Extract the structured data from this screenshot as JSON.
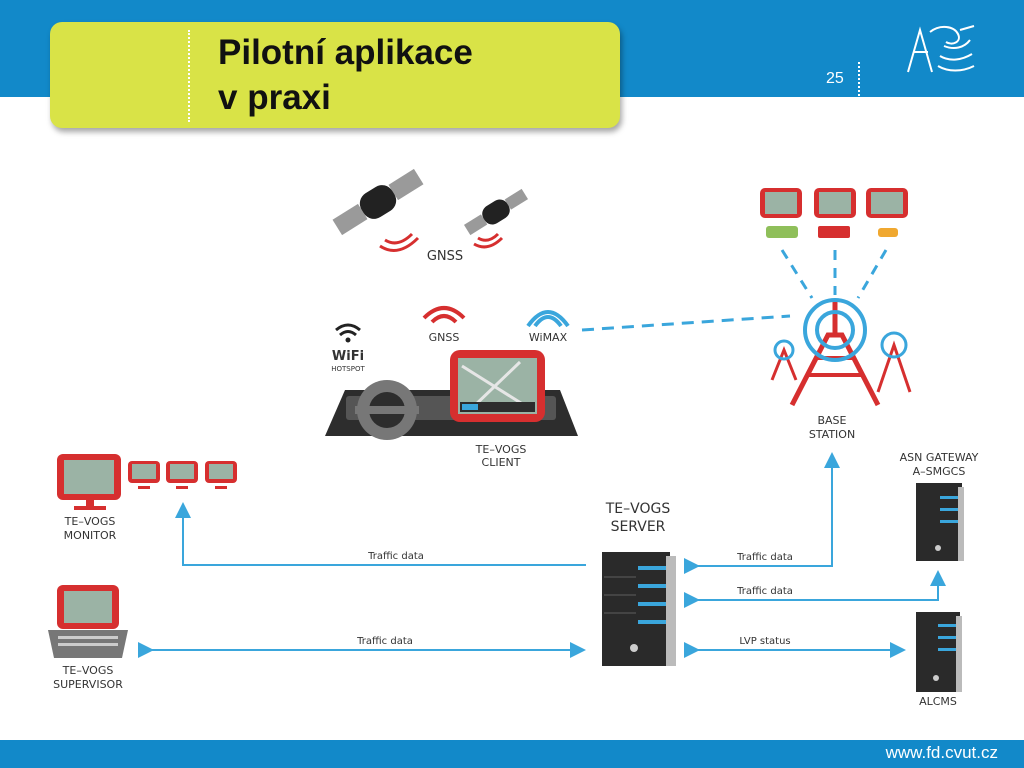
{
  "slide": {
    "title_line1": "Pilotní aplikace",
    "title_line2": "v praxi",
    "page_number": "25",
    "footer_url": "www.fd.cvut.cz"
  },
  "diagram": {
    "gnss_top": "GNSS",
    "wifi": "WiFi",
    "hotspot": "HOTSPOT",
    "gnss_car": "GNSS",
    "wimax": "WiMAX",
    "client_line1": "TE–VOGS",
    "client_line2": "CLIENT",
    "base_line1": "BASE",
    "base_line2": "STATION",
    "asn_line1": "ASN GATEWAY",
    "asn_line2": "A–SMGCS",
    "monitor_line1": "TE–VOGS",
    "monitor_line2": "MONITOR",
    "server_line1": "TE–VOGS",
    "server_line2": "SERVER",
    "supervisor_line1": "TE–VOGS",
    "supervisor_line2": "SUPERVISOR",
    "alcms": "ALCMS",
    "traffic_monitor": "Traffic data",
    "traffic_supervisor": "Traffic data",
    "traffic_base": "Traffic data",
    "traffic_asn": "Traffic data",
    "lvp_status": "LVP status"
  },
  "colors": {
    "brand_blue": "#1289c9",
    "title_yellow": "#d9e347",
    "signal_red": "#d62f2f",
    "signal_blue": "#3aa6dc",
    "server_dark": "#2a2a2a"
  }
}
